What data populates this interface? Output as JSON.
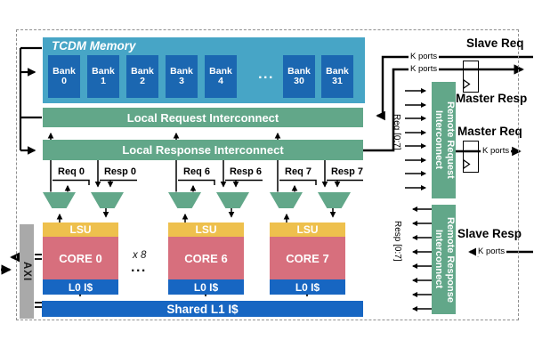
{
  "colors": {
    "teal": "#47a5c6",
    "bank_blue": "#1b67b1",
    "green": "#62a789",
    "gold": "#eec04d",
    "salmon": "#d76f7d",
    "blue": "#1766c2",
    "gray_axi": "#a9a9a9"
  },
  "tcdm": {
    "title": "TCDM Memory",
    "bank_word": "Bank",
    "bank_numbers": [
      "0",
      "1",
      "2",
      "3",
      "4",
      "30",
      "31"
    ],
    "ellipsis": "..."
  },
  "interconnects": {
    "local_request": "Local Request Interconnect",
    "local_response": "Local Response Interconnect",
    "remote_request_line1": "Remote Request",
    "remote_request_line2": "Interconnect",
    "remote_response_line1": "Remote Response",
    "remote_response_line2": "Interconnect"
  },
  "wire_labels": {
    "req": [
      "Req 0",
      "Req 6",
      "Req 7"
    ],
    "resp": [
      "Resp 0",
      "Resp 6",
      "Resp 7"
    ],
    "req_range": "Req [0:7]",
    "resp_range": "Resp [0:7]"
  },
  "cores": {
    "lsu": "LSU",
    "names": [
      "CORE 0",
      "CORE 6",
      "CORE 7"
    ],
    "l0": "L0 I$",
    "multiplier": "x 8",
    "ellipsis": "...",
    "shared_l1": "Shared L1 I$"
  },
  "io": {
    "slave_req": "Slave Req",
    "master_resp": "Master Resp",
    "master_req": "Master Req",
    "slave_resp": "Slave Resp",
    "k_ports": "K ports"
  },
  "axi": {
    "label": "AXI"
  }
}
